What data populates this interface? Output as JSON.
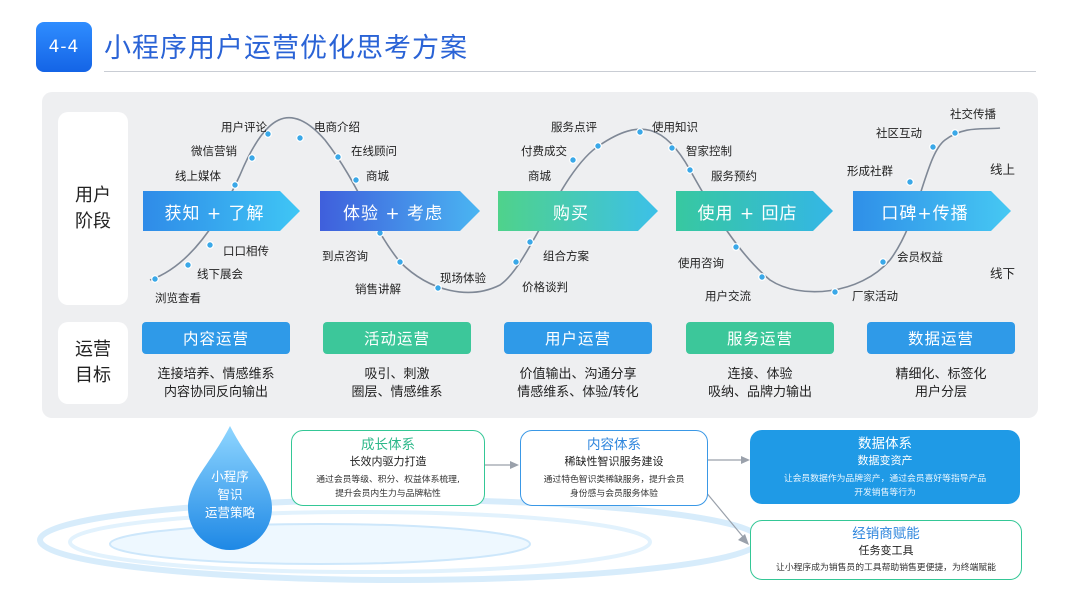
{
  "header": {
    "badge": "4-4",
    "title": "小程序用户运营优化思考方案"
  },
  "rows": {
    "user_stage": {
      "line1": "用户",
      "line2": "阶段"
    },
    "ops_goal": {
      "line1": "运营",
      "line2": "目标"
    }
  },
  "stages": [
    {
      "label": "获知 + 了解",
      "color_from": "#2f8be8",
      "color_to": "#3fc6f5"
    },
    {
      "label": "体验 + 考虑",
      "color_from": "#3f5fdc",
      "color_to": "#4ab5f2"
    },
    {
      "label": "购买",
      "color_from": "#4fd28b",
      "color_to": "#3cc0e8"
    },
    {
      "label": "使用 + 回店",
      "color_from": "#37c8a0",
      "color_to": "#34b6e6"
    },
    {
      "label": "口碑+传播",
      "color_from": "#2f8fe8",
      "color_to": "#46c8f3"
    }
  ],
  "curve_labels": {
    "above": [
      "用户评论",
      "微信营销",
      "线上媒体",
      "电商介绍",
      "在线顾问",
      "商城",
      "服务点评",
      "付费成交",
      "商城",
      "使用知识",
      "智家控制",
      "服务预约",
      "社交传播",
      "社区互动",
      "形成社群"
    ],
    "below": [
      "口口相传",
      "线下展会",
      "浏览查看",
      "到点咨询",
      "销售讲解",
      "现场体验",
      "组合方案",
      "价格谈判",
      "使用咨询",
      "用户交流",
      "会员权益",
      "厂家活动"
    ],
    "online": "线上",
    "offline": "线下"
  },
  "goals": [
    {
      "label": "内容运营",
      "line1": "连接培养、情感维系",
      "line2": "内容协同反向输出",
      "color": "#2f9ae8"
    },
    {
      "label": "活动运营",
      "line1": "吸引、刺激",
      "line2": "圈层、情感维系",
      "color": "#3cc79a"
    },
    {
      "label": "用户运营",
      "line1": "价值输出、沟通分享",
      "line2": "情感维系、体验/转化",
      "color": "#2f9ae8"
    },
    {
      "label": "服务运营",
      "line1": "连接、体验",
      "line2": "吸纳、品牌力输出",
      "color": "#3cc79a"
    },
    {
      "label": "数据运营",
      "line1": "精细化、标签化",
      "line2": "用户分层",
      "color": "#2f9ae8"
    }
  ],
  "strategy": {
    "drop_line1": "小程序",
    "drop_line2": "智识",
    "drop_line3": "运营策略",
    "growth": {
      "title": "成长体系",
      "subtitle": "长效内驱力打造",
      "desc1": "通过会员等级、积分、权益体系梳理,",
      "desc2": "提升会员内生力与品牌粘性"
    },
    "content": {
      "title": "内容体系",
      "subtitle": "稀缺性智识服务建设",
      "desc1": "通过特色智识类稀缺服务，提升会员",
      "desc2": "身份感与会员服务体验"
    },
    "data": {
      "title": "数据体系",
      "subtitle": "数据变资产",
      "desc1": "让会员数据作为品牌资产，通过会员喜好等指导产品",
      "desc2": "开发销售等行为"
    },
    "dealer": {
      "title": "经销商赋能",
      "subtitle": "任务变工具",
      "desc1": "让小程序成为销售员的工具帮助销售更便捷，为终端赋能"
    }
  }
}
